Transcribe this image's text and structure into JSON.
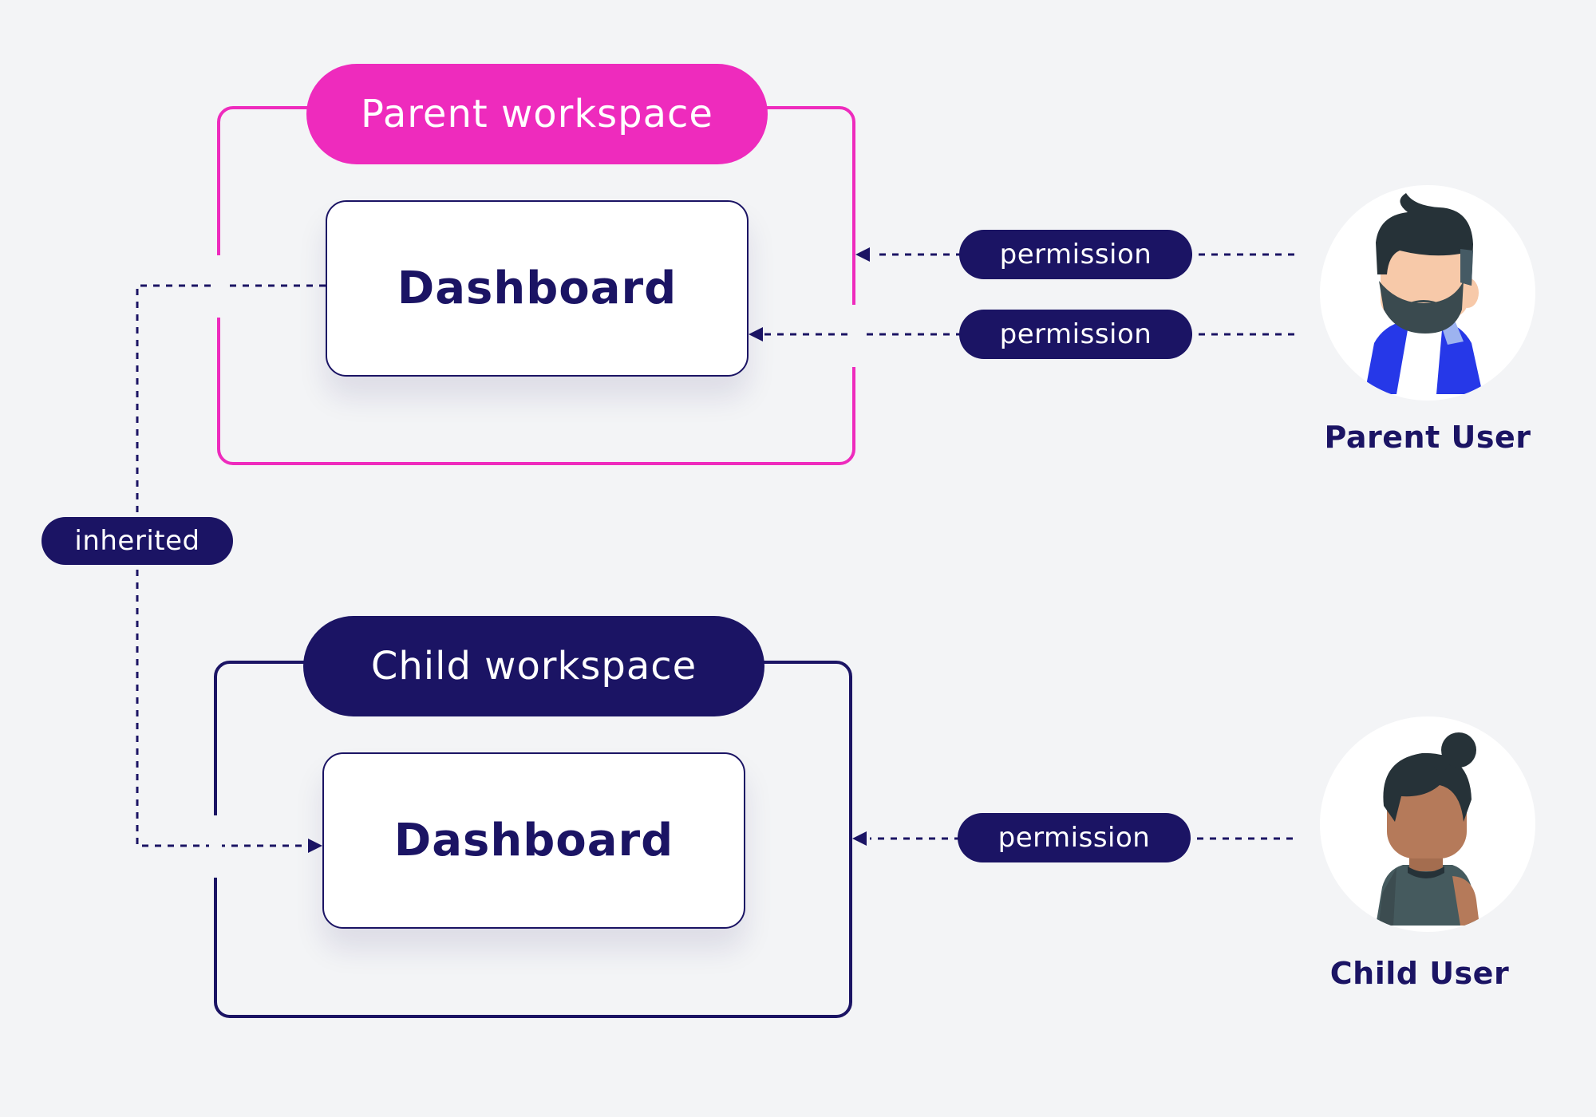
{
  "colors": {
    "background": "#f3f4f6",
    "parent_accent": "#ee2bbd",
    "navy": "#1b1464"
  },
  "parent_workspace": {
    "title": "Parent workspace",
    "dashboard_label": "Dashboard"
  },
  "child_workspace": {
    "title": "Child workspace",
    "dashboard_label": "Dashboard"
  },
  "connectors": {
    "inherited_label": "inherited",
    "permission_labels": [
      "permission",
      "permission",
      "permission"
    ]
  },
  "users": {
    "parent": {
      "label": "Parent User",
      "icon": "bearded-man-avatar-icon"
    },
    "child": {
      "label": "Child User",
      "icon": "woman-bun-avatar-icon"
    }
  }
}
